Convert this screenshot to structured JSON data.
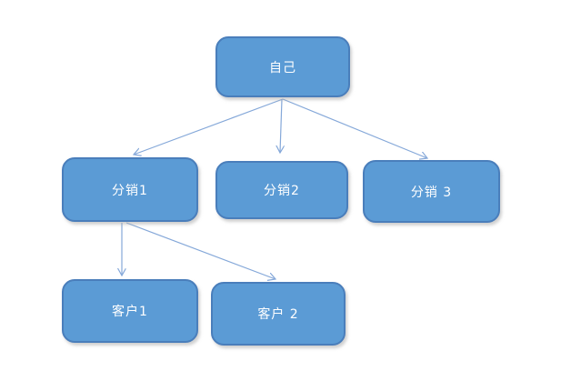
{
  "colors": {
    "node_fill": "#5b9bd5",
    "node_border": "#4a7ebb",
    "node_text": "#ffffff",
    "arrow": "#85a8d9",
    "page_background": "#ffffff"
  },
  "diagram": {
    "type": "flowchart-tree",
    "nodes": [
      {
        "id": "self",
        "label": "自己",
        "level": 1
      },
      {
        "id": "dist1",
        "label": "分销1",
        "level": 2
      },
      {
        "id": "dist2",
        "label": "分销2",
        "level": 2
      },
      {
        "id": "dist3",
        "label": "分销 3",
        "level": 2
      },
      {
        "id": "cust1",
        "label": "客户1",
        "level": 3
      },
      {
        "id": "cust2",
        "label": "客户 2",
        "level": 3
      }
    ],
    "edges": [
      {
        "from": "自己",
        "to": "分销1"
      },
      {
        "from": "自己",
        "to": "分销2"
      },
      {
        "from": "自己",
        "to": "分销 3"
      },
      {
        "from": "分销1",
        "to": "客户1"
      },
      {
        "from": "分销1",
        "to": "客户 2"
      }
    ]
  }
}
